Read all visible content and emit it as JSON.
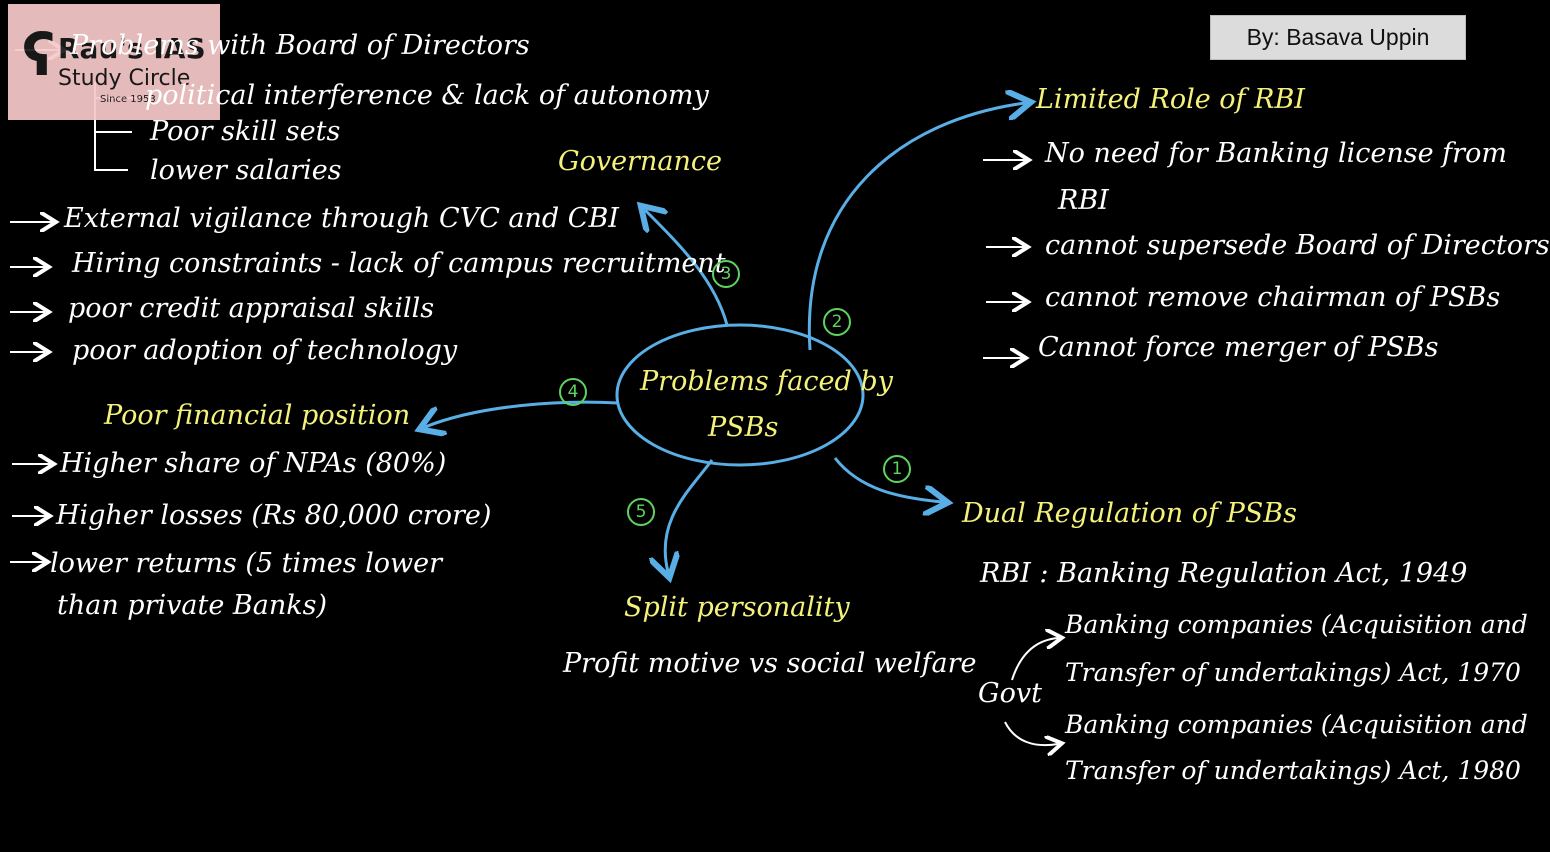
{
  "logo": {
    "name": "Rau's IAS",
    "subtitle": "Study Circle",
    "since": "Since 1953"
  },
  "author": "By: Basava Uppin",
  "center": {
    "line1": "Problems faced by",
    "line2": "PSBs"
  },
  "branch_numbers": {
    "n1": "1",
    "n2": "2",
    "n3": "3",
    "n4": "4",
    "n5": "5"
  },
  "governance": {
    "title": "Governance",
    "board_header": "Problems with Board of Directors",
    "board_items": [
      "political interference & lack of autonomy",
      "Poor skill sets",
      "lower salaries"
    ],
    "items": [
      "External vigilance through CVC and CBI",
      "Hiring constraints - lack of campus recruitment",
      "poor credit appraisal skills",
      "poor adoption of technology"
    ]
  },
  "rbi": {
    "title": "Limited Role of RBI",
    "items": [
      "No need for Banking license from",
      "RBI",
      "cannot supersede Board of Directors",
      "cannot remove chairman of PSBs",
      "Cannot force merger of PSBs"
    ]
  },
  "financial": {
    "title": "Poor financial position",
    "items": [
      "Higher share of NPAs (80%)",
      "Higher losses (Rs 80,000 crore)",
      "lower returns (5 times lower",
      "than private Banks)"
    ]
  },
  "dual": {
    "title": "Dual Regulation of PSBs",
    "rbi_line": "RBI : Banking Regulation Act, 1949",
    "govt": "Govt",
    "acts": [
      "Banking companies (Acquisition and",
      "Transfer of undertakings) Act, 1970",
      "Banking companies (Acquisition and",
      "Transfer of undertakings) Act, 1980"
    ]
  },
  "split": {
    "title": "Split personality",
    "detail": "Profit motive vs social welfare"
  },
  "colors": {
    "arrow": "#5aaee6",
    "highlight": "#f4f27a",
    "number": "#5fd35f",
    "text": "#ffffff"
  }
}
